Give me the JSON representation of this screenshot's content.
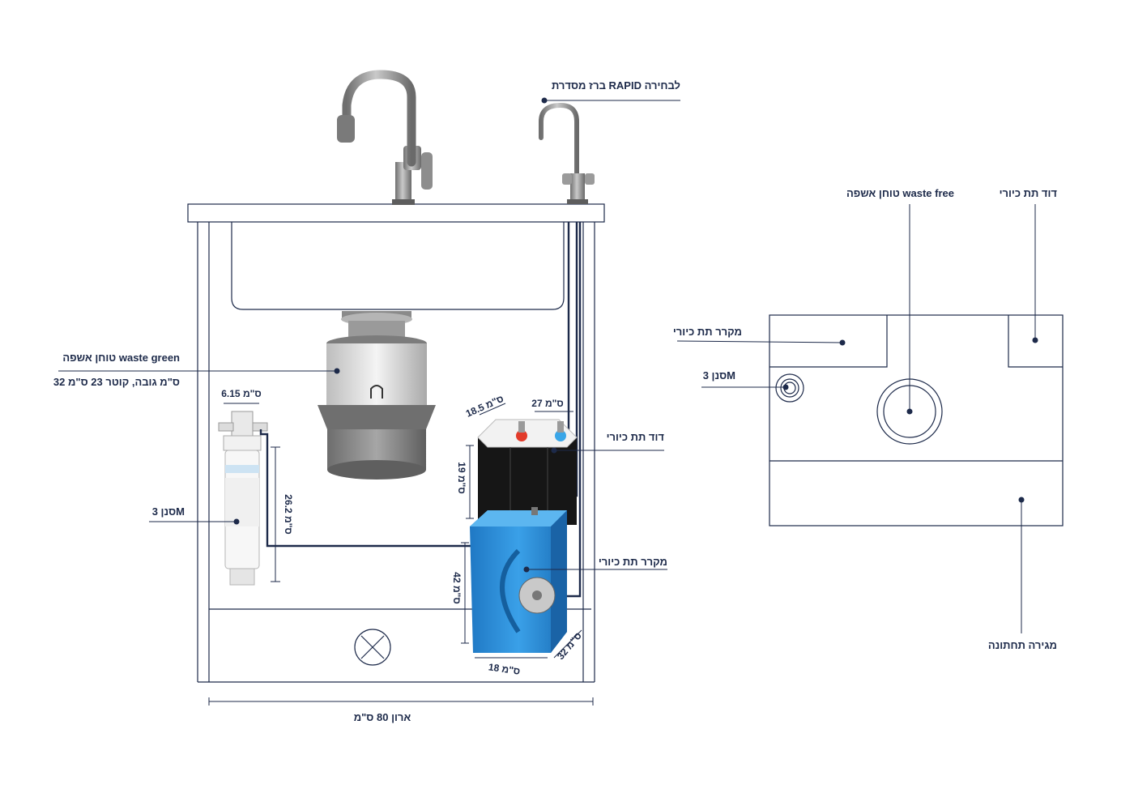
{
  "left_diagram": {
    "faucet_label": "ברז מסדרת RAPID לבחירה",
    "disposer_label": "טוחן אשפה waste green",
    "disposer_dims": "32 ס\"מ גובה, קוטר 23 ס\"מ",
    "filter_label": "סנן 3M",
    "filter_width": "6.15 ס\"מ",
    "filter_height": "26.2 ס\"מ",
    "boiler_label": "דוד תת כיורי",
    "boiler_depth": "18.5 ס\"מ",
    "boiler_width": "27 ס\"מ",
    "boiler_height": "19 ס\"מ",
    "chiller_label": "מקרר תת כיורי",
    "chiller_height": "42 ס\"מ",
    "chiller_width": "18 ס\"מ",
    "chiller_depth": "32 ס\"מ",
    "cabinet_width": "ארון 80 ס\"מ"
  },
  "right_diagram": {
    "disposer_label": "טוחן אשפה waste free",
    "boiler_label": "דוד תת כיורי",
    "chiller_label": "מקרר תת כיורי",
    "filter_label": "סנן 3M",
    "drawer_label": "מגירה תחתונה"
  },
  "colors": {
    "line": "#1d2a4a",
    "chiller_blue": "#2f8fd8",
    "steel": "#8a8a8a",
    "boiler_black": "#1a1a1a"
  }
}
